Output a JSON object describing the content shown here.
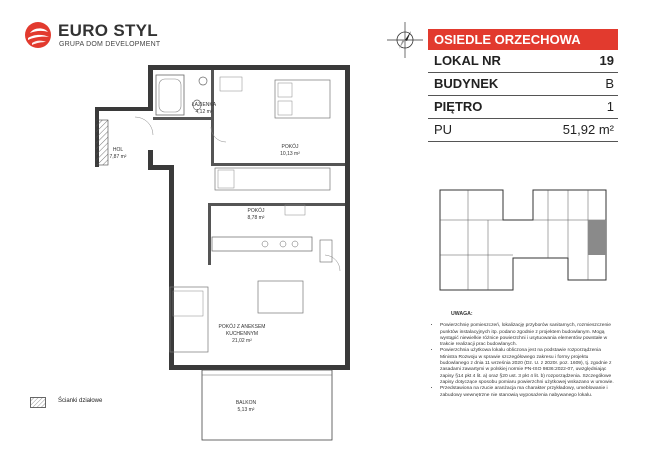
{
  "brand": {
    "name": "EURO STYL",
    "subtitle": "GRUPA DOM DEVELOPMENT",
    "color": "#e23a2e"
  },
  "info": {
    "estate": "OSIEDLE ORZECHOWA",
    "rows": [
      {
        "key": "LOKAL NR",
        "value": "19"
      },
      {
        "key": "BUDYNEK",
        "value": "B"
      },
      {
        "key": "PIĘTRO",
        "value": "1"
      },
      {
        "key": "PU",
        "value": "51,92 m²"
      }
    ]
  },
  "rooms": [
    {
      "name": "ŁAZIENKA",
      "area": "4,12 m²"
    },
    {
      "name": "HOL",
      "area": "7,87 m²"
    },
    {
      "name": "POKÓJ",
      "area": "10,13 m²"
    },
    {
      "name": "POKÓJ",
      "area": "8,78 m²"
    },
    {
      "name": "POKÓJ Z ANEKSEM",
      "name2": "KUCHENNYM",
      "area": "21,02 m²"
    },
    {
      "name": "BALKON",
      "area": "5,13 m²"
    }
  ],
  "legend": {
    "label": "Ścianki działowe"
  },
  "notes": {
    "title": "UWAGA:",
    "items": [
      "Powierzchnię pomieszczeń, lokalizację przyborów sanitarnych, rozmieszczenie punktów instalacyjnych itp. podano zgodnie z projektem budowlanym. Mogą wystąpić niewielkie różnice powierzchni i usytuowania elementów powstałe w trakcie realizacji prac budowlanych.",
      "Powierzchnia użytkowa lokalu obliczona jest na podstawie rozporządzenia Ministra Rozwoju w sprawie szczegółowego zakresu i formy projektu budowlanego z dnia 11 września 2020 (Dz. U. z 2020r. poz. 1609), tj. zgodnie z zasadami zawartymi w polskiej normie PN-ISO 9836:2022-07, uwzględniając zapisy §14 pkt 4 lit. a) oraz §20 ust. 3 pkt 4 lit. b) rozporządzenia. Szczegółowe zapisy dotyczące sposobu pomiaru powierzchni użytkowej wskazano w umowie.",
      "Przedstawiona na rzucie aranżacja ma charakter przykładowy, umeblowanie i zabudowy wewnętrzne nie stanowią wyposażenia nabywanego lokalu."
    ]
  }
}
